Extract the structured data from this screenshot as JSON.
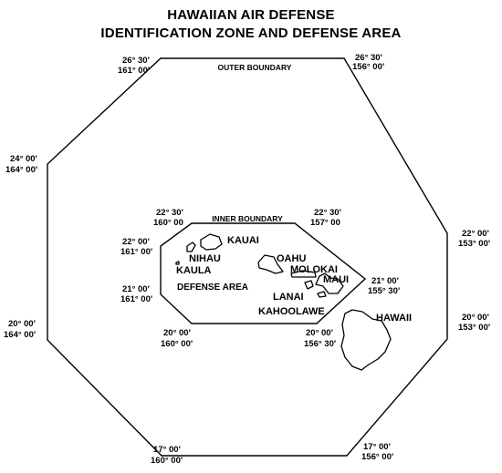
{
  "title": {
    "line1": "HAWAIIAN AIR DEFENSE",
    "line2": "IDENTIFICATION ZONE AND DEFENSE AREA"
  },
  "labels": {
    "outer_boundary": "OUTER BOUNDARY",
    "inner_boundary": "INNER BOUNDARY",
    "defense_area": "DEFENSE AREA"
  },
  "islands": {
    "kauai": "KAUAI",
    "niihau": "NIHAU",
    "kaula": "KAULA",
    "oahu": "OAHU",
    "molokai": "MOLOKAI",
    "maui": "MAUI",
    "lanai": "LANAI",
    "kahoolawe": "KAHOOLAWE",
    "hawaii": "HAWAII"
  },
  "outer_coords": {
    "nw_top": [
      "26° 30'",
      "161° 00'"
    ],
    "ne_top": [
      "26° 30'",
      "156° 00'"
    ],
    "w_upper": [
      "24° 00'",
      "164° 00'"
    ],
    "e_upper": [
      "22° 00'",
      "153° 00'"
    ],
    "w_lower": [
      "20° 00'",
      "164° 00'"
    ],
    "e_lower": [
      "20° 00'",
      "153° 00'"
    ],
    "sw_bottom": [
      "17° 00'",
      "160° 00'"
    ],
    "se_bottom": [
      "17° 00'",
      "156° 00'"
    ]
  },
  "inner_coords": {
    "nw": [
      "22° 30'",
      "160° 00"
    ],
    "ne": [
      "22° 30'",
      "157° 00"
    ],
    "w_upper": [
      "22° 00'",
      "161° 00'"
    ],
    "e_mid": [
      "21° 00'",
      "155° 30'"
    ],
    "w_lower": [
      "21° 00'",
      "161° 00'"
    ],
    "sw": [
      "20° 00'",
      "160° 00'"
    ],
    "se": [
      "20° 00'",
      "156° 30'"
    ]
  }
}
